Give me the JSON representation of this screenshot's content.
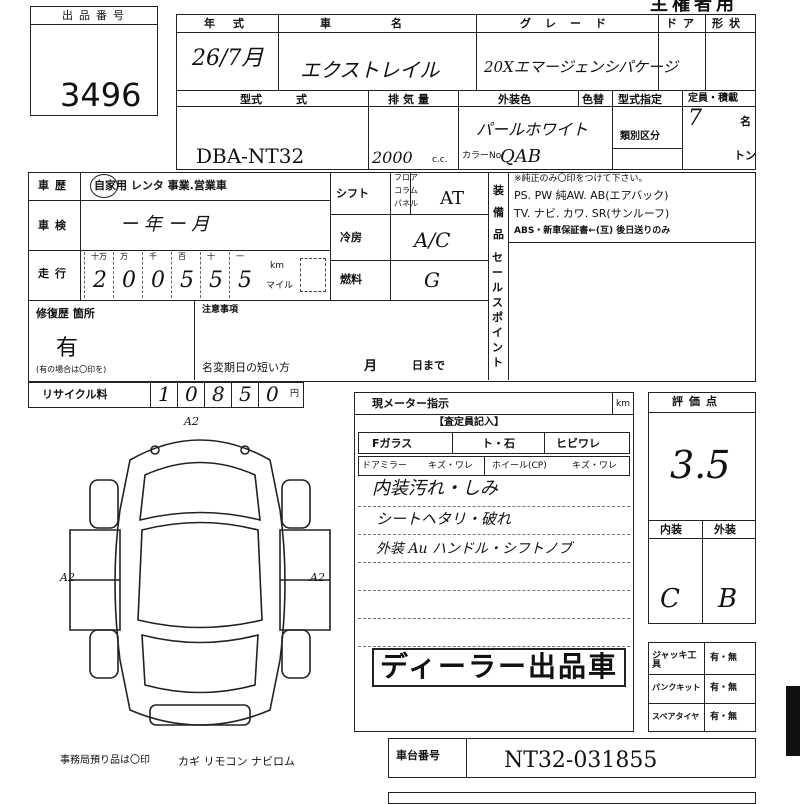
{
  "header": {
    "lot_label": "出品番号",
    "lot_number": "3496",
    "title_right": "主権者用",
    "year_label": "年式",
    "year_value": "26/7月",
    "model_label": "車名",
    "model_value": "エクストレイル",
    "grade_label": "グレード",
    "grade_value": "20Xエマージェンシパケージ",
    "door_label": "ドア",
    "type_label": "形状",
    "katashiki_label": "型式",
    "katashiki_value": "DBA-NT32",
    "displacement_label": "排気量",
    "displacement_value": "2000",
    "displacement_unit": "c.c.",
    "ext_color_label": "外装色",
    "repaint_label": "色替",
    "ext_color_value": "パールホワイト",
    "color_no_label": "カラーNo.",
    "color_no_value": "QAB",
    "model_designation_label": "型式指定",
    "category_label": "類別区分",
    "capacity_label": "定員・積載",
    "capacity_value": "7",
    "capacity_unit": "名",
    "load_unit": "トン"
  },
  "mid": {
    "history_label": "車歴",
    "history_options": "自家用 レンタ 事業.営業車",
    "shaken_label": "車検",
    "shaken_value": "ー 年 ー 月",
    "mileage_label": "走行",
    "mileage_digit_labels": [
      "十万",
      "万",
      "千",
      "百",
      "十",
      "一"
    ],
    "mileage_digits": [
      "2",
      "0",
      "0",
      "5",
      "5",
      "5"
    ],
    "mileage_unit_km": "km",
    "mileage_unit_mile": "マイル",
    "shift_label": "シフト",
    "shift_options": [
      "フロア",
      "コラム",
      "パネル"
    ],
    "shift_value": "AT",
    "ac_label": "冷房",
    "ac_value": "A/C",
    "fuel_label": "燃料",
    "fuel_value": "G",
    "equipment_label": "装備品",
    "equipment_note": "※純正のみ〇印をつけて下さい。",
    "equipment_line1": "PS. PW 純AW. AB(エアバック)",
    "equipment_line2": "TV. ナビ. カワ. SR(サンルーフ)",
    "equipment_line3": "ABS・新車保証書←(互) 後日送りのみ",
    "sales_point_label": "セールスポイント",
    "repair_label": "修復歴 箇所",
    "repair_value": "有",
    "repair_note": "(有の場合は〇印を)",
    "notes_label": "注意事項",
    "name_change_label": "名変期日の短い方",
    "name_change_month": "月",
    "name_change_day": "日まで",
    "recycle_label": "リサイクル料",
    "recycle_digits": [
      "1",
      "0",
      "8",
      "5",
      "0"
    ],
    "recycle_unit": "円"
  },
  "inspection": {
    "meter_label": "現メーター指示",
    "meter_unit": "km",
    "inspector_label": "【査定員記入】",
    "glass_label": "Fガラス",
    "glass_options": "ト・石",
    "crack_label": "ヒビワレ",
    "mirror_label": "ドアミラー",
    "mirror_options": "キズ・ワレ",
    "wheel_label": "ホイール(CP)",
    "wheel_options": "キズ・ワレ",
    "notes": [
      "内装汚れ・しみ",
      "シートヘタリ・破れ",
      "外装 Au    ハンドル・シフトノブ"
    ],
    "dealer_stamp": "ディーラー出品車",
    "score_label": "評価点",
    "score_value": "3.5",
    "interior_label": "内装",
    "exterior_label": "外装",
    "interior_value": "C",
    "exterior_value": "B",
    "jack_label": "ジャッキ工具",
    "jack_value": "有・無",
    "puncture_label": "パンクキット",
    "puncture_value": "有・無",
    "spare_label": "スペアタイヤ",
    "spare_value": "有・無",
    "chassis_label": "車台番号",
    "chassis_value": "NT32-031855"
  },
  "diagram": {
    "mark_top": "A2",
    "mark_left": "A2",
    "mark_right": "A2",
    "office_note": "事務局預り品は〇印",
    "items": "カギ リモコン ナビロム"
  }
}
